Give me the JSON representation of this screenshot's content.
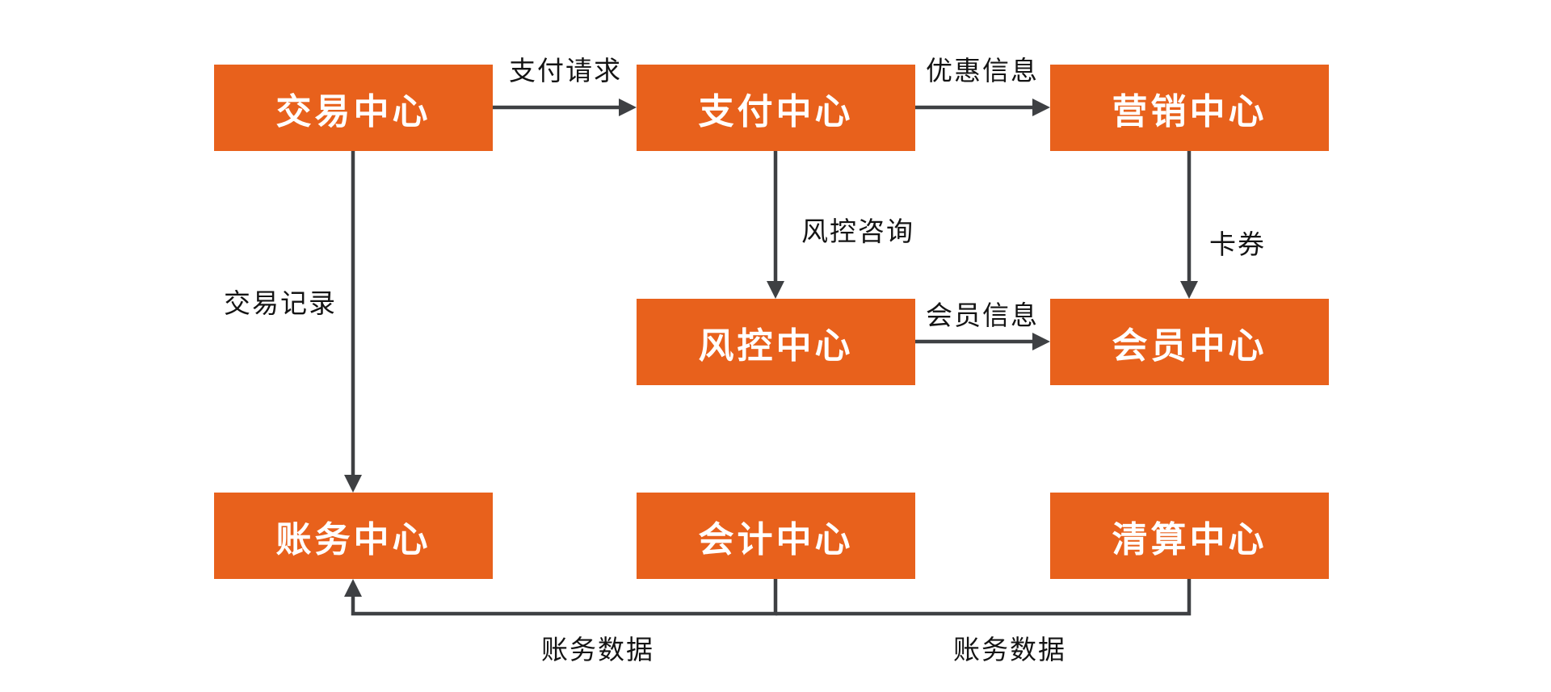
{
  "diagram": {
    "title": "",
    "colors": {
      "node_fill": "#E8611C",
      "node_text": "#FFFFFF",
      "connector": "#3E4043",
      "edge_label_text": "#141414",
      "background": "#FFFFFF"
    },
    "nodes": [
      {
        "id": "trade-center",
        "label": "交易中心"
      },
      {
        "id": "payment-center",
        "label": "支付中心"
      },
      {
        "id": "marketing-center",
        "label": "营销中心"
      },
      {
        "id": "risk-center",
        "label": "风控中心"
      },
      {
        "id": "member-center",
        "label": "会员中心"
      },
      {
        "id": "billing-center",
        "label": "账务中心"
      },
      {
        "id": "accounting-center",
        "label": "会计中心"
      },
      {
        "id": "clearing-center",
        "label": "清算中心"
      }
    ],
    "edges": [
      {
        "from": "交易中心",
        "to": "支付中心",
        "label": "支付请求"
      },
      {
        "from": "支付中心",
        "to": "营销中心",
        "label": "优惠信息"
      },
      {
        "from": "支付中心",
        "to": "风控中心",
        "label": "风控咨询"
      },
      {
        "from": "营销中心",
        "to": "会员中心",
        "label": "卡券"
      },
      {
        "from": "风控中心",
        "to": "会员中心",
        "label": "会员信息"
      },
      {
        "from": "交易中心",
        "to": "账务中心",
        "label": "交易记录"
      },
      {
        "from": "会计中心",
        "to": "账务中心",
        "label": "账务数据"
      },
      {
        "from": "清算中心",
        "to": "账务中心",
        "label": "账务数据"
      }
    ]
  }
}
